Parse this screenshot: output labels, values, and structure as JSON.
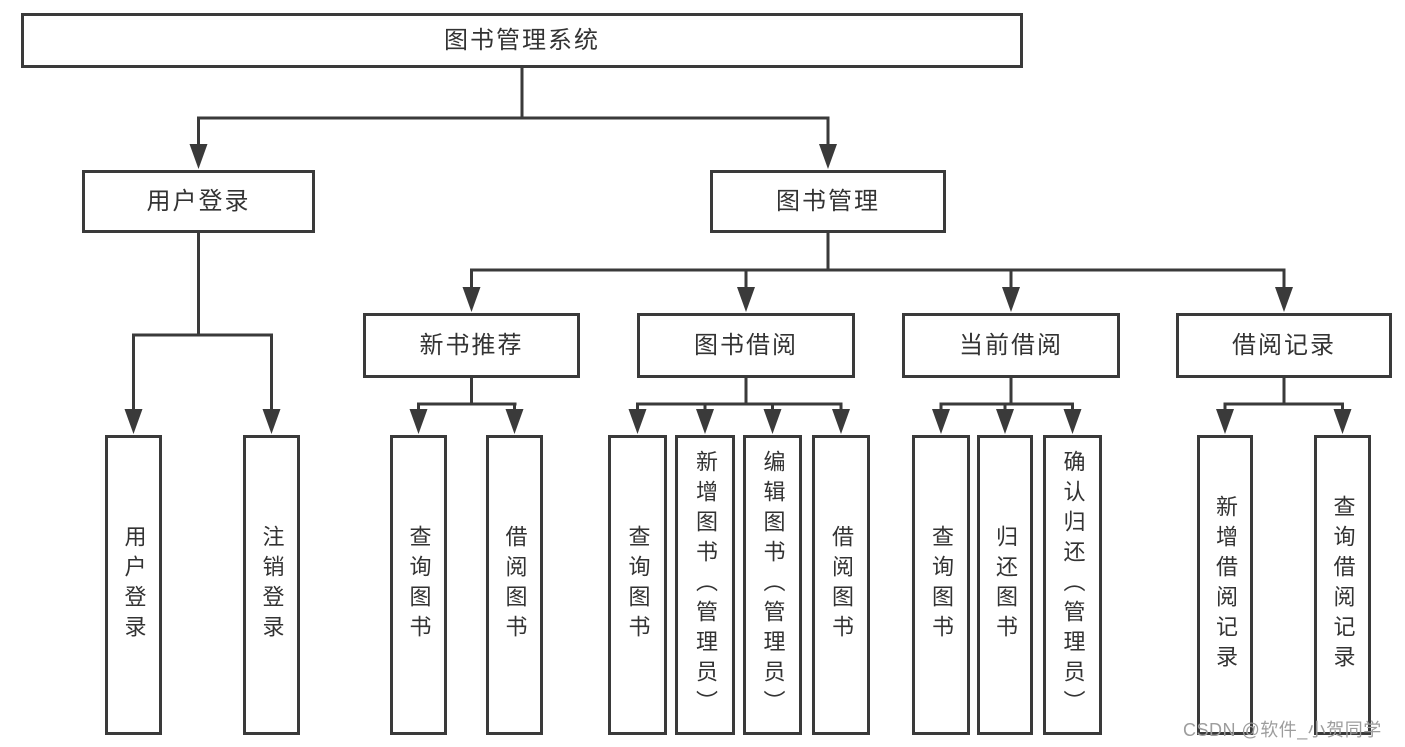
{
  "diagram": {
    "root": {
      "label": "图书管理系统",
      "children": [
        {
          "label": "用户登录",
          "children": [
            {
              "label": "用户登录"
            },
            {
              "label": "注销登录"
            }
          ]
        },
        {
          "label": "图书管理",
          "children": [
            {
              "label": "新书推荐",
              "children": [
                {
                  "label": "查询图书"
                },
                {
                  "label": "借阅图书"
                }
              ]
            },
            {
              "label": "图书借阅",
              "children": [
                {
                  "label": "查询图书"
                },
                {
                  "label": "新增图书（管理员）"
                },
                {
                  "label": "编辑图书（管理员）"
                },
                {
                  "label": "借阅图书"
                }
              ]
            },
            {
              "label": "当前借阅",
              "children": [
                {
                  "label": "查询图书"
                },
                {
                  "label": "归还图书"
                },
                {
                  "label": "确认归还（管理员）"
                }
              ]
            },
            {
              "label": "借阅记录",
              "children": [
                {
                  "label": "新增借阅记录"
                },
                {
                  "label": "查询借阅记录"
                }
              ]
            }
          ]
        }
      ]
    }
  },
  "watermark": {
    "text": "CSDN @软件_小贺同学"
  },
  "colors": {
    "line": "#3a3a3a",
    "box_border": "#3a3a3a",
    "text": "#333333",
    "background": "#ffffff",
    "watermark": "#9d9d9d"
  }
}
